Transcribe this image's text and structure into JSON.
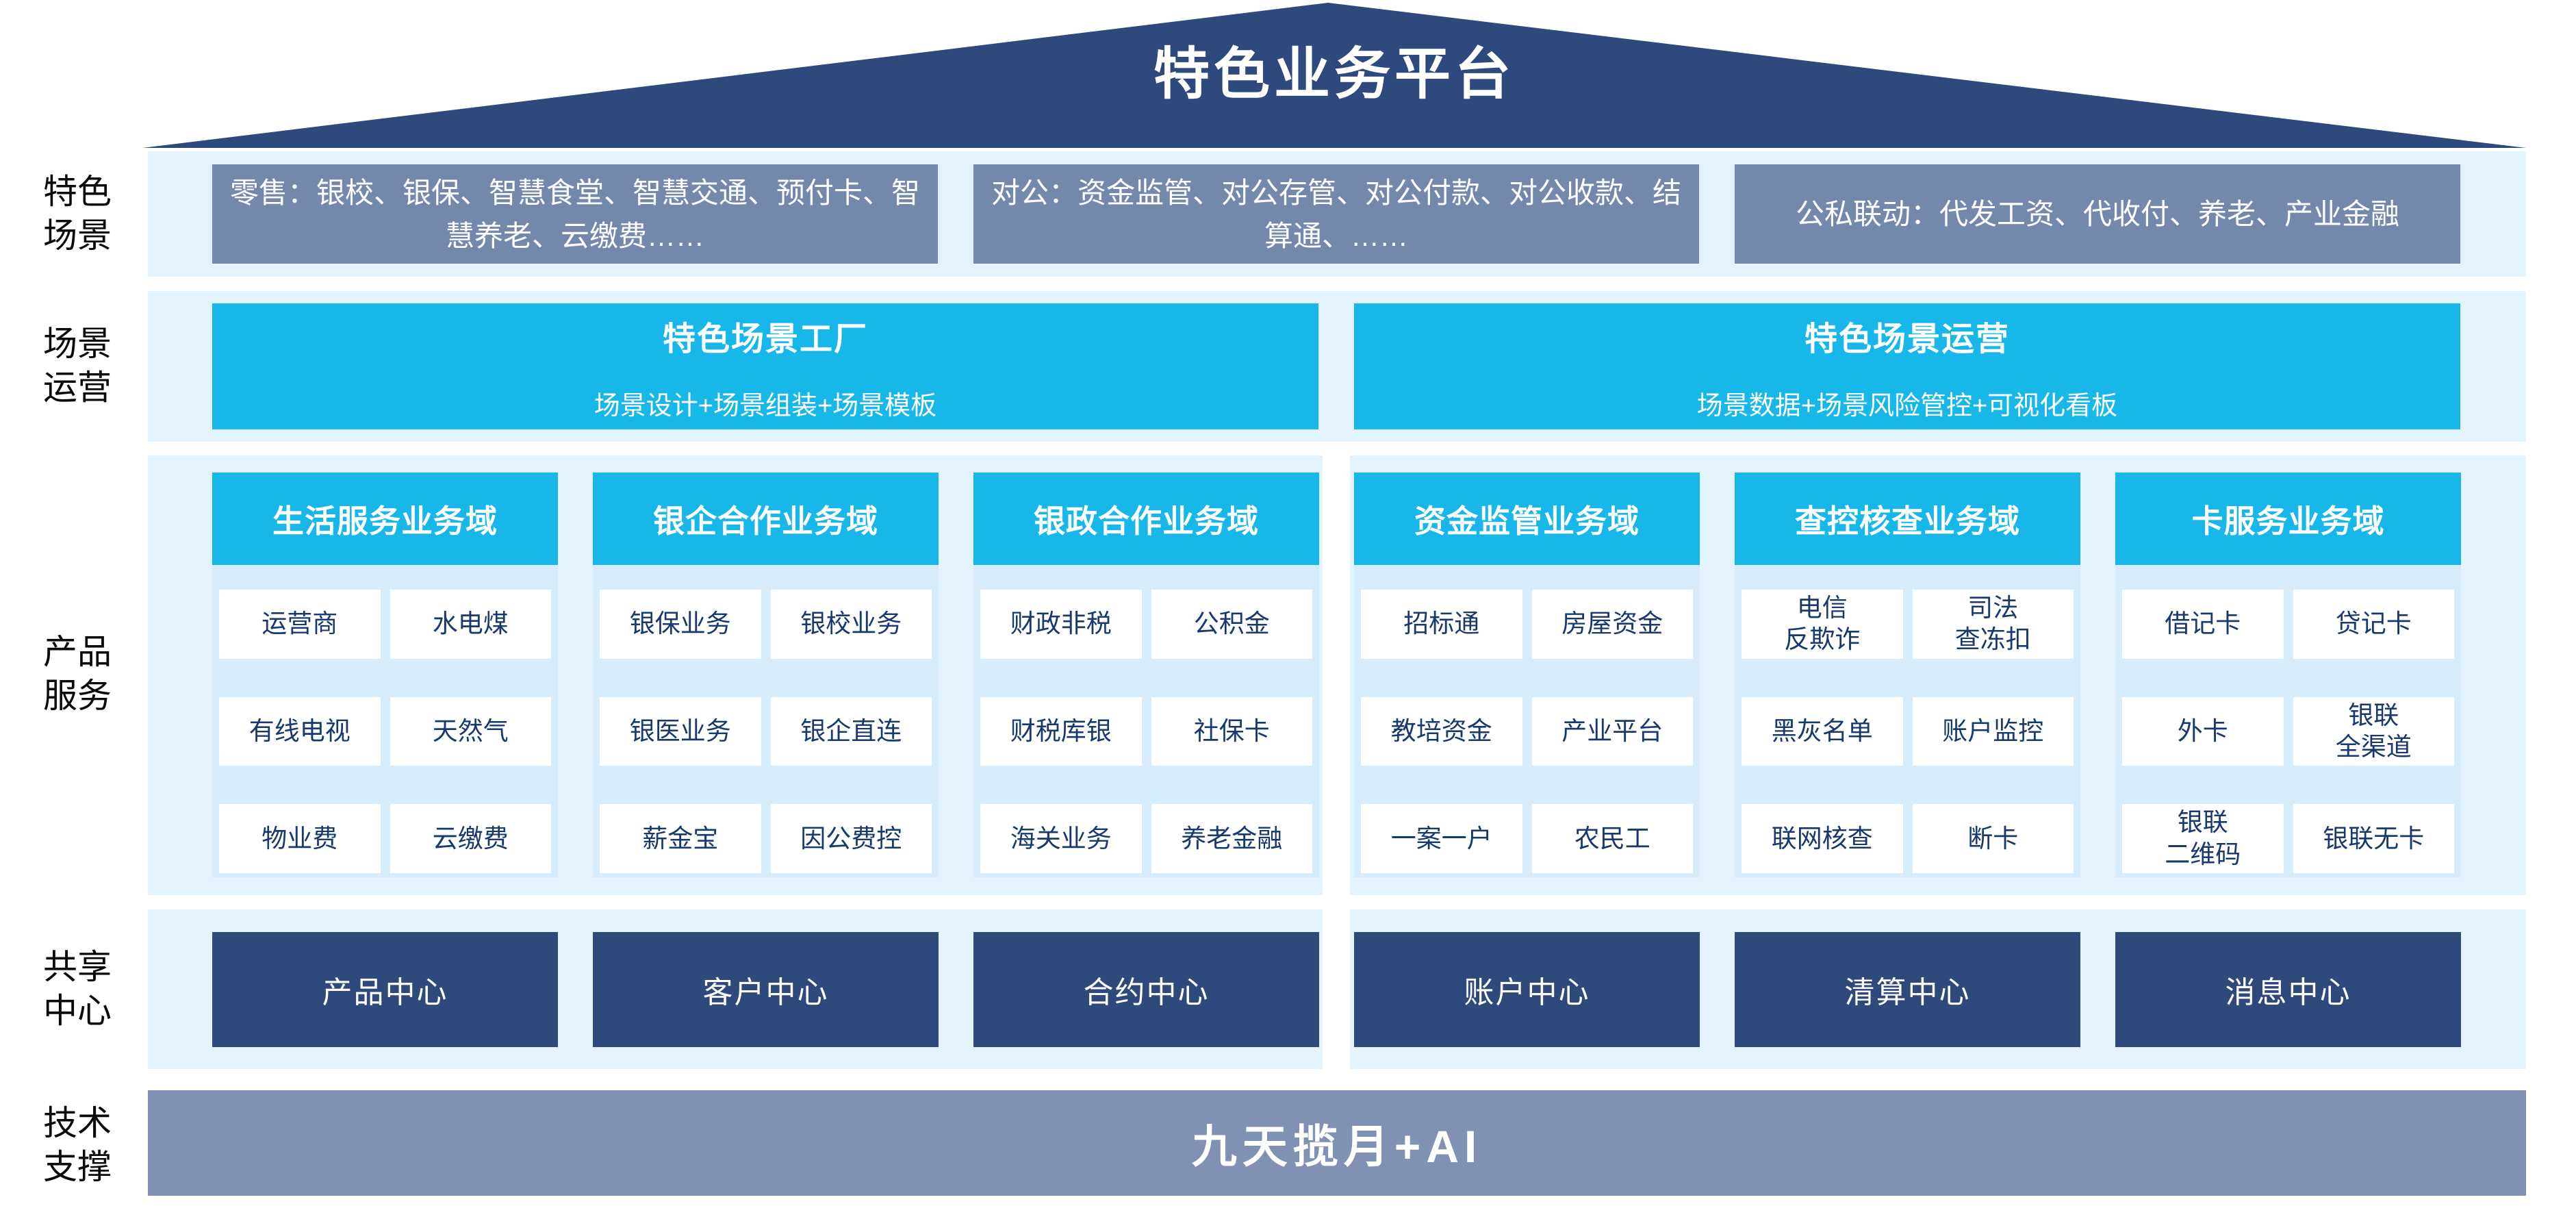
{
  "title": "特色业务平台",
  "side_labels": {
    "scenes": "特色\n场景",
    "operations": "场景\n运营",
    "products": "产品\n服务",
    "shared": "共享\n中心",
    "tech": "技术\n支撑"
  },
  "rows": {
    "scenes": {
      "boxes": [
        "零售：银校、银保、智慧食堂、智慧交通、预付卡、智慧养老、云缴费……",
        "对公：资金监管、对公存管、对公付款、对公收款、结算通、……",
        "公私联动：代发工资、代收付、养老、产业金融"
      ]
    },
    "operations": {
      "boxes": [
        {
          "title": "特色场景工厂",
          "subtitle": "场景设计+场景组装+场景模板"
        },
        {
          "title": "特色场景运营",
          "subtitle": "场景数据+场景风险管控+可视化看板"
        }
      ]
    },
    "products": {
      "columns": [
        {
          "header": "生活服务业务域",
          "items": [
            "运营商",
            "水电煤",
            "有线电视",
            "天然气",
            "物业费",
            "云缴费"
          ]
        },
        {
          "header": "银企合作业务域",
          "items": [
            "银保业务",
            "银校业务",
            "银医业务",
            "银企直连",
            "薪金宝",
            "因公费控"
          ]
        },
        {
          "header": "银政合作业务域",
          "items": [
            "财政非税",
            "公积金",
            "财税库银",
            "社保卡",
            "海关业务",
            "养老金融"
          ]
        },
        {
          "header": "资金监管业务域",
          "items": [
            "招标通",
            "房屋资金",
            "教培资金",
            "产业平台",
            "一案一户",
            "农民工"
          ]
        },
        {
          "header": "查控核查业务域",
          "items": [
            "电信\n反欺诈",
            "司法\n查冻扣",
            "黑灰名单",
            "账户监控",
            "联网核查",
            "断卡"
          ]
        },
        {
          "header": "卡服务业务域",
          "items": [
            "借记卡",
            "贷记卡",
            "外卡",
            "银联\n全渠道",
            "银联\n二维码",
            "银联无卡"
          ]
        }
      ]
    },
    "shared": {
      "centers": [
        "产品中心",
        "客户中心",
        "合约中心",
        "账户中心",
        "清算中心",
        "消息中心"
      ]
    },
    "tech": {
      "bar": "九天揽月+AI"
    }
  },
  "colors": {
    "navy": "#2E4A7C",
    "slate_box": "#7389AC",
    "cyan": "#18B7EA",
    "band_light_blue": "#E3F3FD",
    "column_body_blue": "#D6ECFA",
    "item_text_navy": "#17396D",
    "tech_bar_gray_blue": "#8191B3",
    "white": "#FFFFFF"
  }
}
